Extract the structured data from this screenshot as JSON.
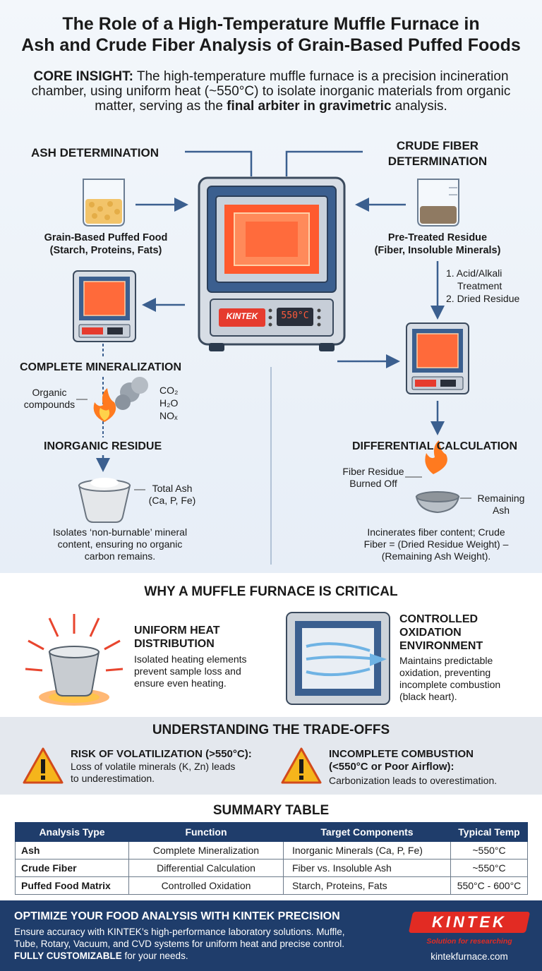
{
  "title": {
    "line1": "The Role of a High-Temperature Muffle Furnace in",
    "line2": "Ash and Crude Fiber Analysis of Grain-Based Puffed Foods"
  },
  "insight": {
    "label": "CORE INSIGHT:",
    "text": " The high-temperature muffle furnace is a precision incineration chamber, using uniform heat (~550°C) to isolate inorganic materials from organic matter, serving as the ",
    "bold": "final arbiter in  gravimetric",
    "end": " analysis."
  },
  "furnace": {
    "brand": "KINTEK",
    "display": "550°C"
  },
  "ash": {
    "heading": "ASH DETERMINATION",
    "sample_line1": "Grain-Based Puffed Food",
    "sample_line2": "(Starch, Proteins, Fats)",
    "mineral_heading": "COMPLETE MINERALIZATION",
    "organic_line1": "Organic",
    "organic_line2": "compounds",
    "gas1": "CO₂",
    "gas2": "H₂O",
    "gas3": "NOₓ",
    "residue_heading": "INORGANIC RESIDUE",
    "ash_line1": "Total Ash",
    "ash_line2": "(Ca, P, Fe)",
    "desc_line1": "Isolates ‘non-burnable’ mineral",
    "desc_line2": "content, ensuring no organic",
    "desc_line3": "carbon remains."
  },
  "fiber": {
    "heading_line1": "CRUDE FIBER",
    "heading_line2": "DETERMINATION",
    "sample_line1": "Pre-Treated Residue",
    "sample_line2": "(Fiber, Insoluble Minerals)",
    "step1_line1": "1. Acid/Alkali",
    "step1_line2": "Treatment",
    "step2": "2. Dried Residue",
    "calc_heading": "DIFFERENTIAL CALCULATION",
    "burned_line1": "Fiber Residue",
    "burned_line2": "Burned Off",
    "remain_line1": "Remaining",
    "remain_line2": "Ash",
    "desc_line1": "Incinerates fiber content; Crude",
    "desc_line2": "Fiber = (Dried Residue Weight) –",
    "desc_line3": "(Remaining Ash Weight)."
  },
  "why": {
    "heading": "WHY A MUFFLE FURNACE IS CRITICAL",
    "uniform_line1": "UNIFORM HEAT",
    "uniform_line2": "DISTRIBUTION",
    "uniform_desc1": "Isolated heating elements",
    "uniform_desc2": "prevent sample loss and",
    "uniform_desc3": "ensure even heating.",
    "ox_line1": "CONTROLLED",
    "ox_line2": "OXIDATION",
    "ox_line3": "ENVIRONMENT",
    "ox_desc1": "Maintains predictable",
    "ox_desc2": "oxidation, preventing",
    "ox_desc3": "incomplete combustion",
    "ox_desc4": "(black heart)."
  },
  "tradeoffs": {
    "heading": "UNDERSTANDING THE TRADE-OFFS",
    "vol_title": "RISK OF VOLATILIZATION (>550°C):",
    "vol_desc1": "Loss of volatile minerals (K, Zn) leads",
    "vol_desc2": "to underestimation.",
    "inc_title1": "INCOMPLETE COMBUSTION",
    "inc_title2": "(<550°C or Poor Airflow):",
    "inc_desc": "Carbonization leads to overestimation."
  },
  "summary": {
    "heading": "SUMMARY TABLE",
    "headers": [
      "Analysis Type",
      "Function",
      "Target Components",
      "Typical Temp"
    ],
    "rows": [
      [
        "Ash",
        "Complete Mineralization",
        "Inorganic Minerals (Ca, P, Fe)",
        "~550°C"
      ],
      [
        "Crude Fiber",
        "Differential Calculation",
        "Fiber vs. Insoluble Ash",
        "~550°C"
      ],
      [
        "Puffed Food Matrix",
        "Controlled Oxidation",
        "Starch, Proteins, Fats",
        "550°C - 600°C"
      ]
    ]
  },
  "footer": {
    "heading": "OPTIMIZE YOUR FOOD ANALYSIS WITH KINTEK PRECISION",
    "line1": "Ensure accuracy with KINTEK’s high-performance laboratory solutions. Muffle,",
    "line2": "Tube, Rotary, Vacuum, and CVD systems for uniform heat and precise control.",
    "bold": "FULLY CUSTOMIZABLE",
    "line3_rest": " for your needs.",
    "logo": "KINTEK",
    "tagline": "Solution for researching",
    "url": "kintekfurnace.com"
  },
  "colors": {
    "navy": "#1f3d6b",
    "heat": "#ff4a2a",
    "warning": "#f5b51b"
  }
}
